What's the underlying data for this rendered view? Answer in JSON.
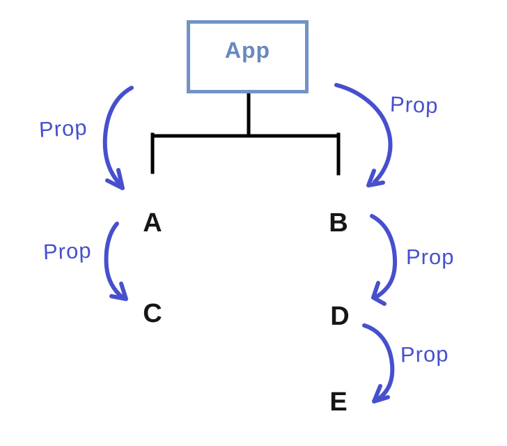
{
  "diagram": {
    "root": {
      "id": "App",
      "label": "App"
    },
    "nodes": [
      {
        "id": "A",
        "label": "A"
      },
      {
        "id": "B",
        "label": "B"
      },
      {
        "id": "C",
        "label": "C"
      },
      {
        "id": "D",
        "label": "D"
      },
      {
        "id": "E",
        "label": "E"
      }
    ],
    "tree_edges": [
      {
        "from": "App",
        "to": "A"
      },
      {
        "from": "App",
        "to": "B"
      }
    ],
    "prop_arrows": [
      {
        "from": "App",
        "to": "A",
        "label": "Prop"
      },
      {
        "from": "A",
        "to": "C",
        "label": "Prop"
      },
      {
        "from": "App",
        "to": "B",
        "label": "Prop"
      },
      {
        "from": "B",
        "to": "D",
        "label": "Prop"
      },
      {
        "from": "D",
        "to": "E",
        "label": "Prop"
      }
    ],
    "colors": {
      "ink": "#4650cd",
      "box_border": "#7193c5",
      "box_text": "#6889be",
      "tree_line": "#000000",
      "node_text": "#161616",
      "background": "#ffffff"
    }
  }
}
